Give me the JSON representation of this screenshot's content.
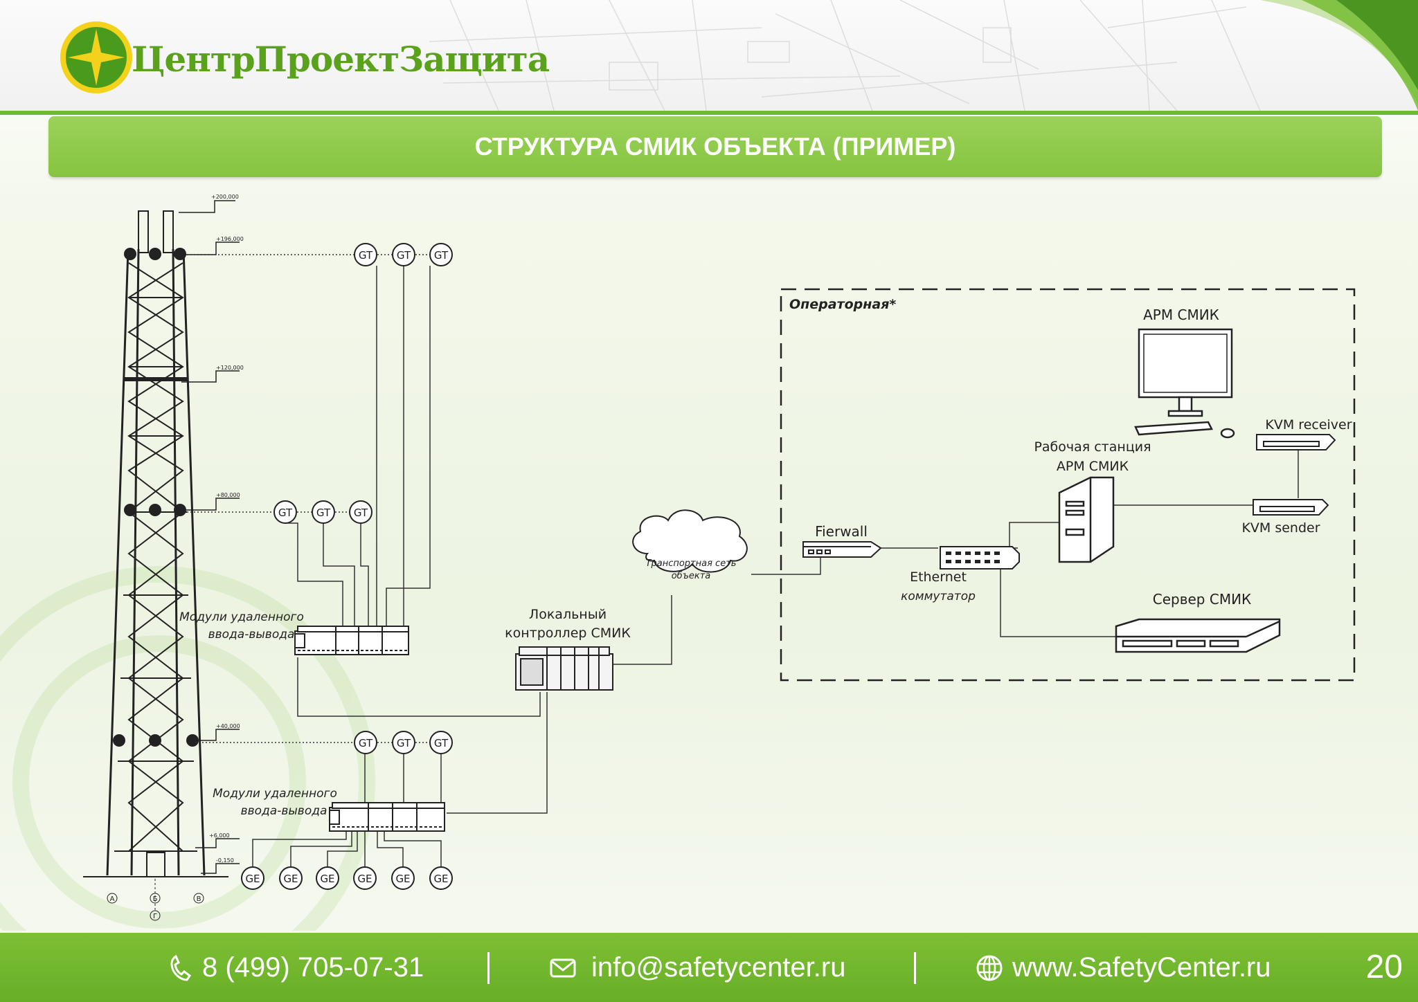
{
  "header": {
    "logo_text": "ЦентрПроектЗащита"
  },
  "slide": {
    "title": "СТРУКТУРА СМИК ОБЪЕКТА (ПРИМЕР)",
    "page_number": "20"
  },
  "tower": {
    "elevations": [
      "+200,000",
      "+196,000",
      "+120,000",
      "+80,000",
      "+40,000",
      "+6,000",
      "-0,150"
    ],
    "axes": [
      "А",
      "Б",
      "В",
      "Г"
    ]
  },
  "sensors": {
    "gt_label": "GT",
    "ge_label": "GE"
  },
  "modules": {
    "upper_label_line1": "Модули удаленного",
    "upper_label_line2": "ввода-вывода",
    "lower_label_line1": "Модули удаленного",
    "lower_label_line2": "ввода-вывода"
  },
  "controller": {
    "label_line1": "Локальный",
    "label_line2": "контроллер СМИК"
  },
  "network": {
    "cloud_line1": "Транспортная сеть",
    "cloud_line2": "объекта"
  },
  "operator_room": {
    "label": "Операторная*",
    "firewall": "Fierwall",
    "switch_line1": "Ethernet",
    "switch_line2": "коммутатор",
    "monitor": "АРМ СМИК",
    "workstation_line1": "Рабочая станция",
    "workstation_line2": "АРМ СМИК",
    "kvm_receiver": "KVM receiver",
    "kvm_sender": "KVM sender",
    "server": "Сервер СМИК"
  },
  "footer": {
    "phone": "8 (499) 705-07-31",
    "email": "info@safetycenter.ru",
    "website": "www.SafetyCenter.ru"
  },
  "colors": {
    "brand_green": "#6fba2c",
    "title_bar": "#8cc84b",
    "logo_yellow": "#f2d21a"
  }
}
